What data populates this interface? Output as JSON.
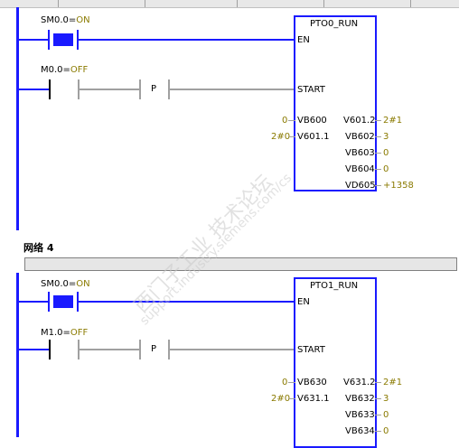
{
  "network4": {
    "title": "网络 4"
  },
  "rung_a": {
    "contact1": {
      "name": "SM0.0",
      "state": "ON"
    },
    "contact2": {
      "name": "M0.0",
      "state": "OFF"
    },
    "edge_label": "P",
    "block": {
      "title": "PTO0_RUN",
      "pins_left": [
        "EN",
        "START",
        "VB600",
        "V601.1"
      ],
      "pins_right": [
        "V601.2",
        "VB602",
        "VB603",
        "VB604",
        "VD605"
      ],
      "inputs": {
        "vb600": "0",
        "v6011": "2#0"
      },
      "outputs": {
        "v6012": "2#1",
        "vb602": "3",
        "vb603": "0",
        "vb604": "0",
        "vd605": "+1358"
      }
    }
  },
  "rung_b": {
    "contact1": {
      "name": "SM0.0",
      "state": "ON"
    },
    "contact2": {
      "name": "M1.0",
      "state": "OFF"
    },
    "edge_label": "P",
    "block": {
      "title": "PTO1_RUN",
      "pins_left": [
        "EN",
        "START",
        "VB630",
        "V631.1"
      ],
      "pins_right": [
        "V631.2",
        "VB632",
        "VB633",
        "VB634"
      ],
      "inputs": {
        "vb630": "0",
        "v6311": "2#0"
      },
      "outputs": {
        "v6312": "2#1",
        "vb632": "3",
        "vb633": "0",
        "vb634": "0"
      }
    }
  },
  "watermark": {
    "line1": "西门子工业 技术论坛",
    "line2": "support.industry.siemens.com/cs"
  }
}
